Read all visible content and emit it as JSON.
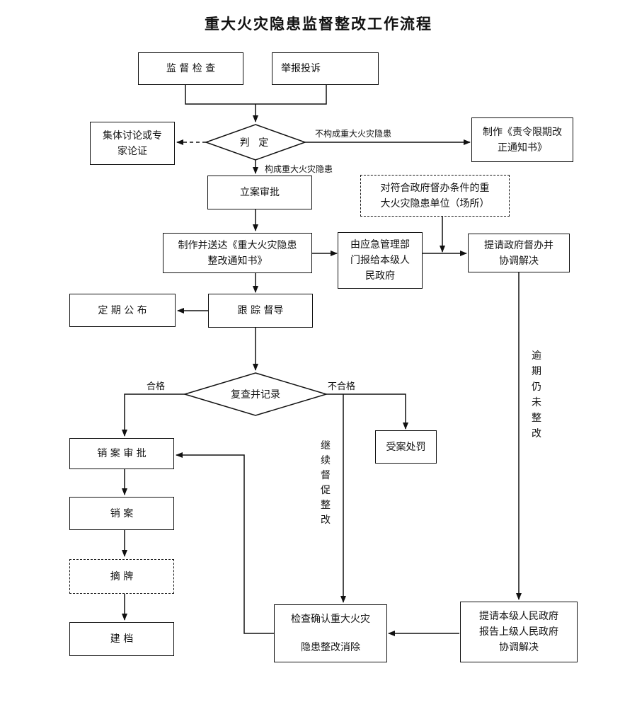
{
  "title": "重大火灾隐患监督整改工作流程",
  "nodes": {
    "supervision_check": "监 督 检 查",
    "report_complaint": "举报投诉",
    "collective_discussion": "集体讨论或专\n家论证",
    "judgment": "判 定",
    "rectification_notice": "制作《责令限期改\n正通知书》",
    "case_approval": "立案审批",
    "gov_supervision_units": "对符合政府督办条件的重\n大火灾隐患单位（场所）",
    "make_send_notice": "制作并送达《重大火灾隐患\n整改通知书》",
    "emergency_dept_report": "由应急管理部\n门报给本级人\n民政府",
    "request_gov_supervision": "提请政府督办并\n协调解决",
    "periodic_publish": "定 期 公 布",
    "tracking_supervision": "跟 踪 督导",
    "review_record": "复查并记录",
    "case_handling": "受案处罚",
    "close_case_approval": "销 案 审 批",
    "close_case": "销      案",
    "remove_plaque": "摘      牌",
    "archive": "建      档",
    "confirm_eliminated": "检查确认重大火灾\n\n隐患整改消除",
    "request_higher_gov": "提请本级人民政府\n报告上级人民政府\n协调解决"
  },
  "labels": {
    "not_major": "不构成重大火灾隐患",
    "is_major": "构成重大火灾隐患",
    "qualified": "合格",
    "unqualified": "不合格",
    "continue_supervise": "继续督促整改",
    "overdue_unrectified": "逾期仍未整改"
  }
}
